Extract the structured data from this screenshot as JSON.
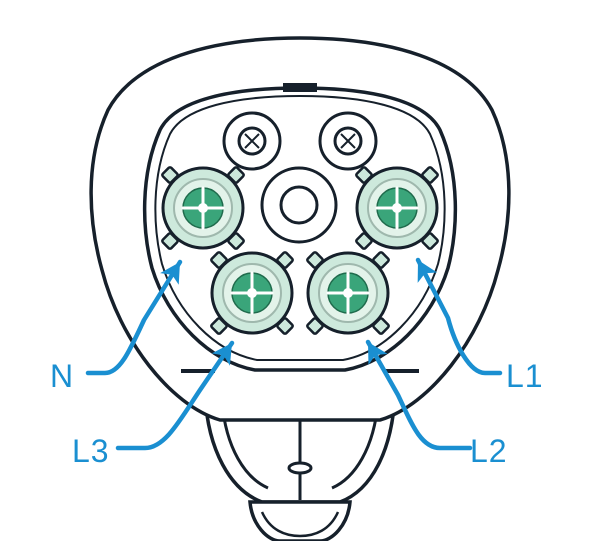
{
  "diagram": {
    "colors": {
      "outline": "#16202b",
      "accent": "#1a8fd1",
      "pin_fill": "#cde9dc",
      "pin_core": "#3aa57a",
      "pin_core_dark": "#1f6b4c",
      "background": "#ffffff"
    },
    "labels": {
      "n": "N",
      "l1": "L1",
      "l2": "L2",
      "l3": "L3"
    }
  }
}
